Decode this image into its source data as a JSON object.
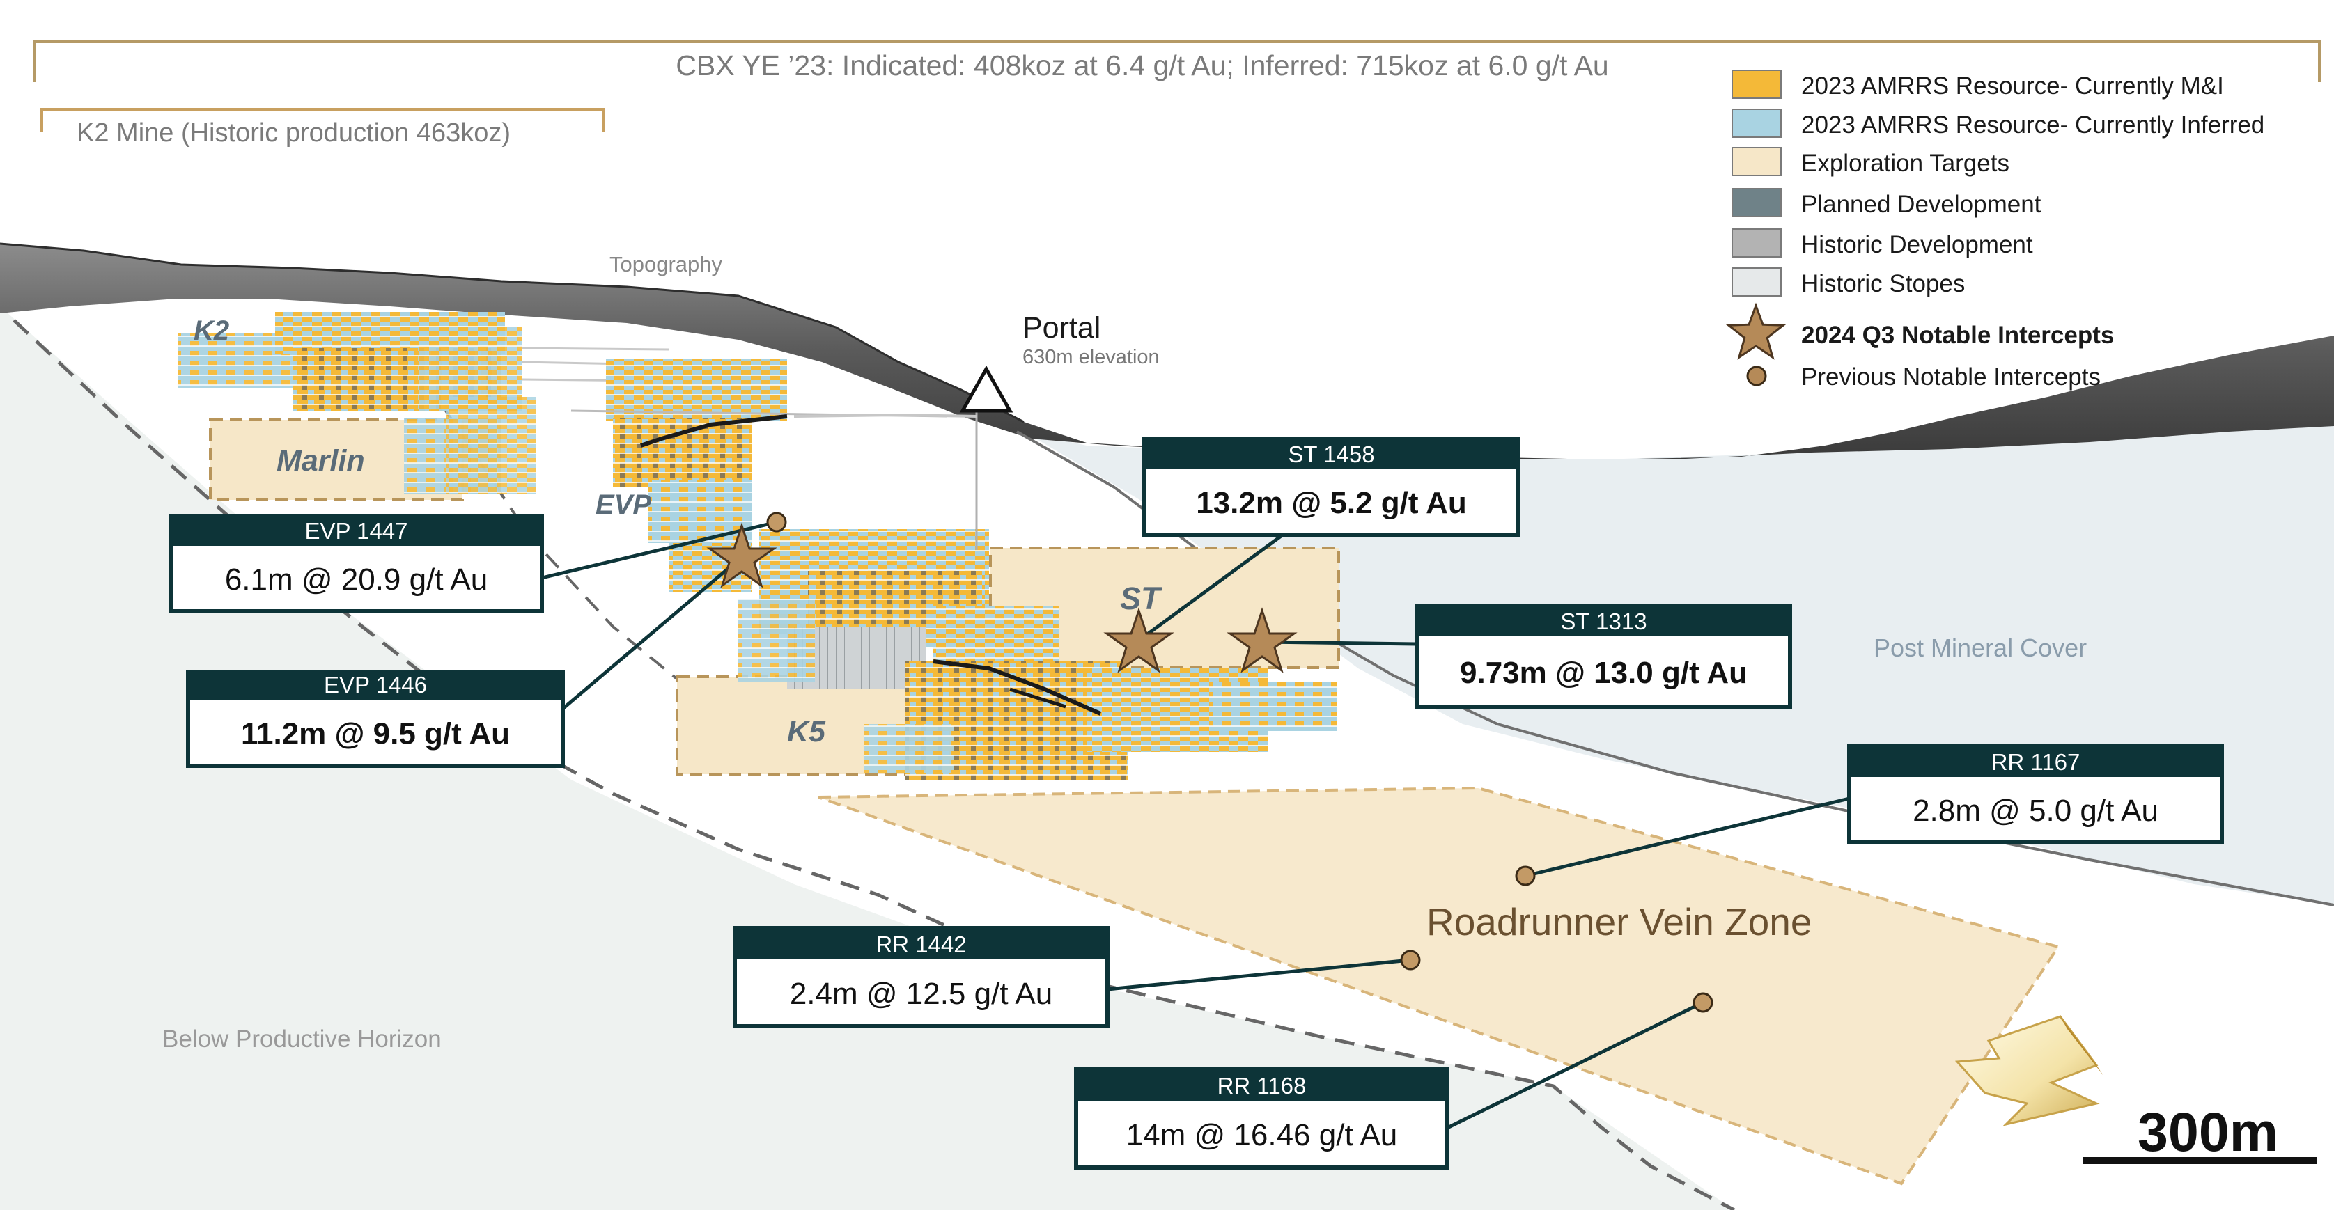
{
  "header": {
    "cbx_summary": "CBX YE ’23: Indicated: 408koz at 6.4 g/t Au; Inferred: 715koz at 6.0 g/t Au",
    "k2_mine": "K2 Mine (Historic production 463koz)"
  },
  "legend": [
    {
      "label": "2023 AMRRS Resource- Currently M&I",
      "color": "#f4b938",
      "kind": "swatch"
    },
    {
      "label": "2023 AMRRS Resource- Currently Inferred",
      "color": "#a9d3e2",
      "kind": "swatch"
    },
    {
      "label": "Exploration Targets",
      "color": "#f6e7c8",
      "kind": "swatch"
    },
    {
      "label": "Planned Development",
      "color": "#6f8288",
      "kind": "swatch"
    },
    {
      "label": "Historic Development",
      "color": "#b3b3b3",
      "kind": "swatch"
    },
    {
      "label": "Historic Stopes",
      "color": "#e6e9ea",
      "kind": "swatch"
    },
    {
      "label": "2024 Q3 Notable Intercepts",
      "color": "#b58a58",
      "kind": "star"
    },
    {
      "label": "Previous Notable Intercepts",
      "color": "#b58a58",
      "kind": "dot"
    }
  ],
  "map_labels": {
    "topography": "Topography",
    "portal": "Portal",
    "portal_elevation": "630m elevation",
    "k2": "K2",
    "marlin": "Marlin",
    "evp": "EVP",
    "st": "ST",
    "k5": "K5",
    "post_mineral_cover": "Post Mineral Cover",
    "below_productive_horizon": "Below Productive Horizon",
    "roadrunner": "Roadrunner Vein Zone",
    "scale": "300m"
  },
  "callouts": [
    {
      "id": "EVP 1447",
      "text": "6.1m @ 20.9 g/t Au",
      "bold": false
    },
    {
      "id": "EVP 1446",
      "text": "11.2m @ 9.5 g/t Au",
      "bold": true
    },
    {
      "id": "ST 1458",
      "text": "13.2m @ 5.2 g/t Au",
      "bold": true
    },
    {
      "id": "ST 1313",
      "text": "9.73m @ 13.0 g/t Au",
      "bold": true
    },
    {
      "id": "RR 1167",
      "text": "2.8m @ 5.0 g/t Au",
      "bold": false
    },
    {
      "id": "RR 1442",
      "text": "2.4m @ 12.5 g/t Au",
      "bold": false
    },
    {
      "id": "RR 1168",
      "text": "14m @ 16.46 g/t Au",
      "bold": false
    }
  ],
  "colors": {
    "callout_dark": "#0d3438",
    "intercept": "#b58a58",
    "target_fill": "#f6e7c8",
    "target_border": "#b8955a",
    "cover_fill": "#e8eef1",
    "below_fill": "#eef2f0",
    "header_border": "#b59a66"
  }
}
